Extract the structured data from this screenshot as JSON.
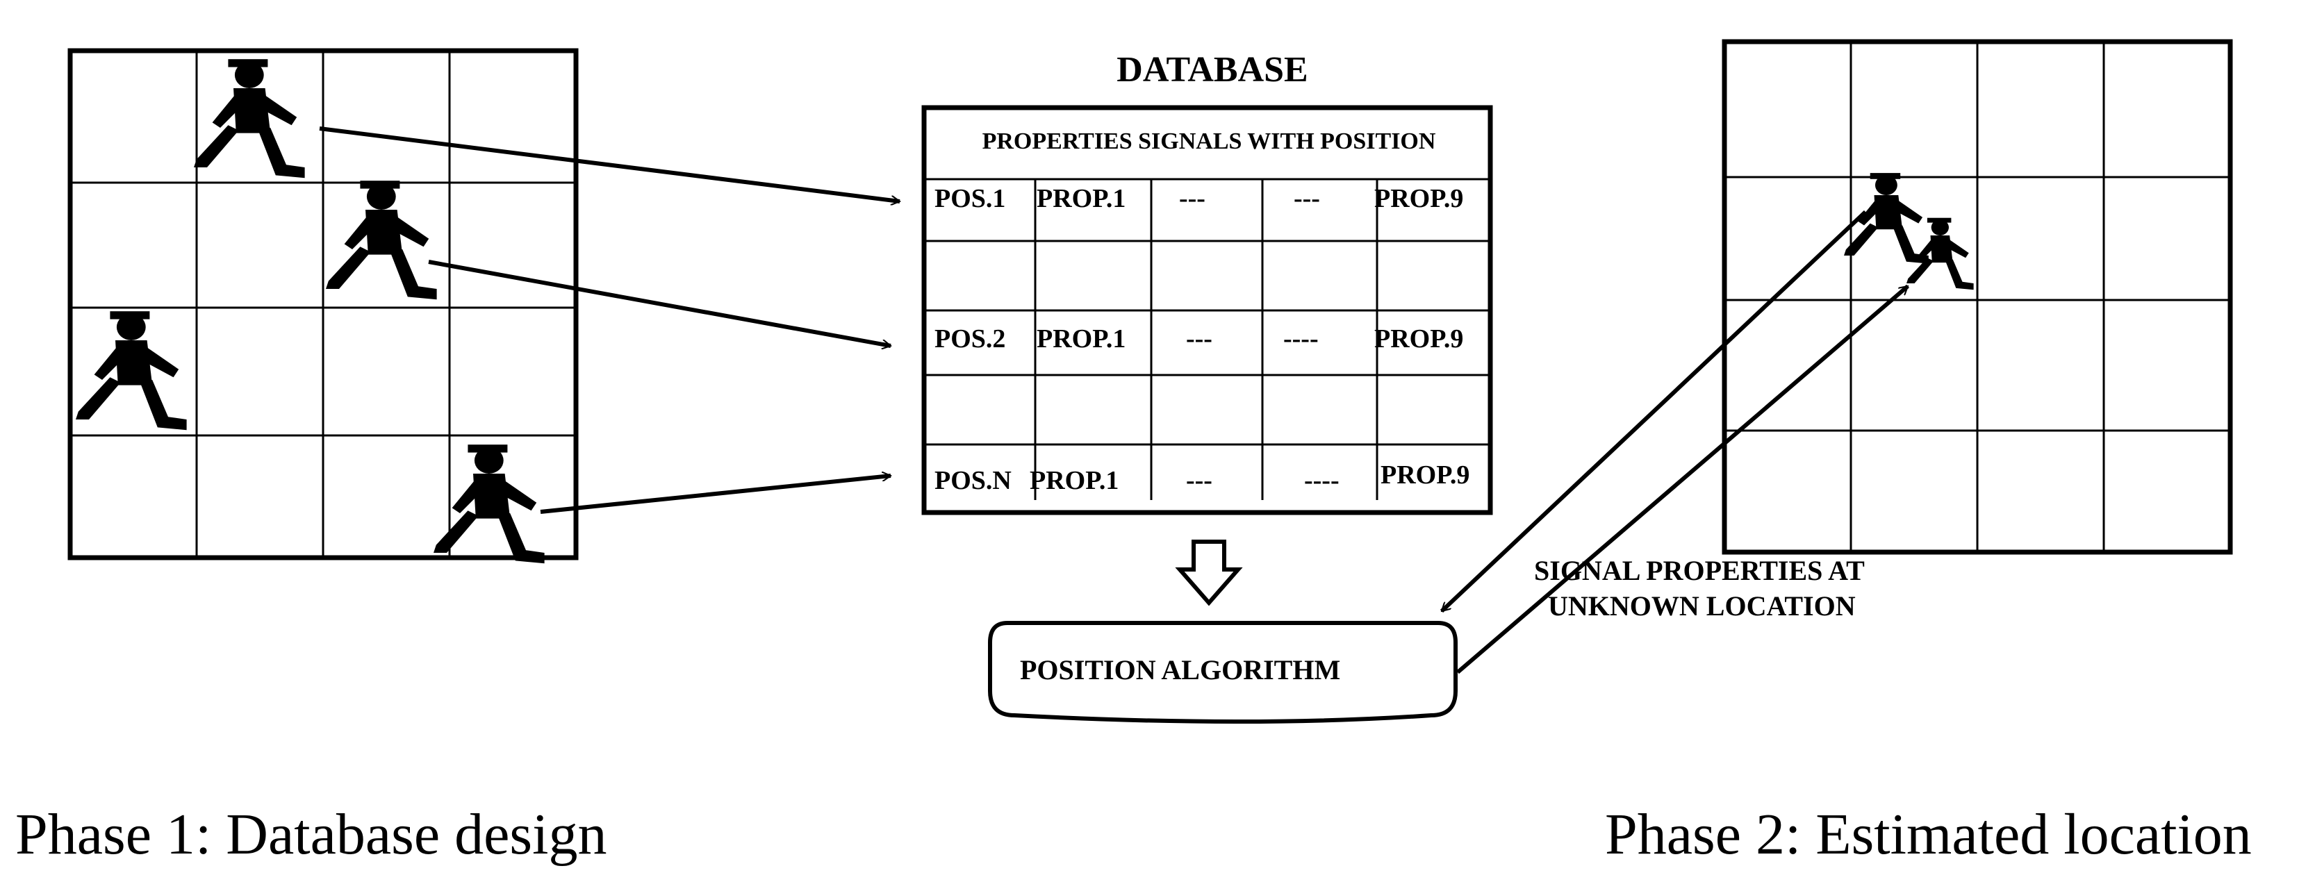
{
  "database": {
    "title": "DATABASE",
    "header": "PROPERTIES SIGNALS WITH POSITION",
    "rows": [
      [
        "POS.1",
        "PROP.1",
        "---",
        "---",
        "PROP.9"
      ],
      [
        "POS.2",
        "PROP.1",
        "---",
        "----",
        "PROP.9"
      ],
      [
        "POS.N",
        "PROP.1",
        "---",
        "----",
        "PROP.9"
      ]
    ]
  },
  "algorithm": {
    "label": "POSITION  ALGORITHM"
  },
  "signal_note": {
    "line1": "SIGNAL PROPERTIES AT",
    "line2": "UNKNOWN LOCATION"
  },
  "captions": {
    "phase1": "Phase 1: Database design",
    "phase2": "Phase 2: Estimated location"
  },
  "icons": {
    "person": "walking-person-icon",
    "down_arrow": "hollow-down-arrow-icon"
  },
  "colors": {
    "ink": "#000000",
    "background": "#ffffff"
  }
}
